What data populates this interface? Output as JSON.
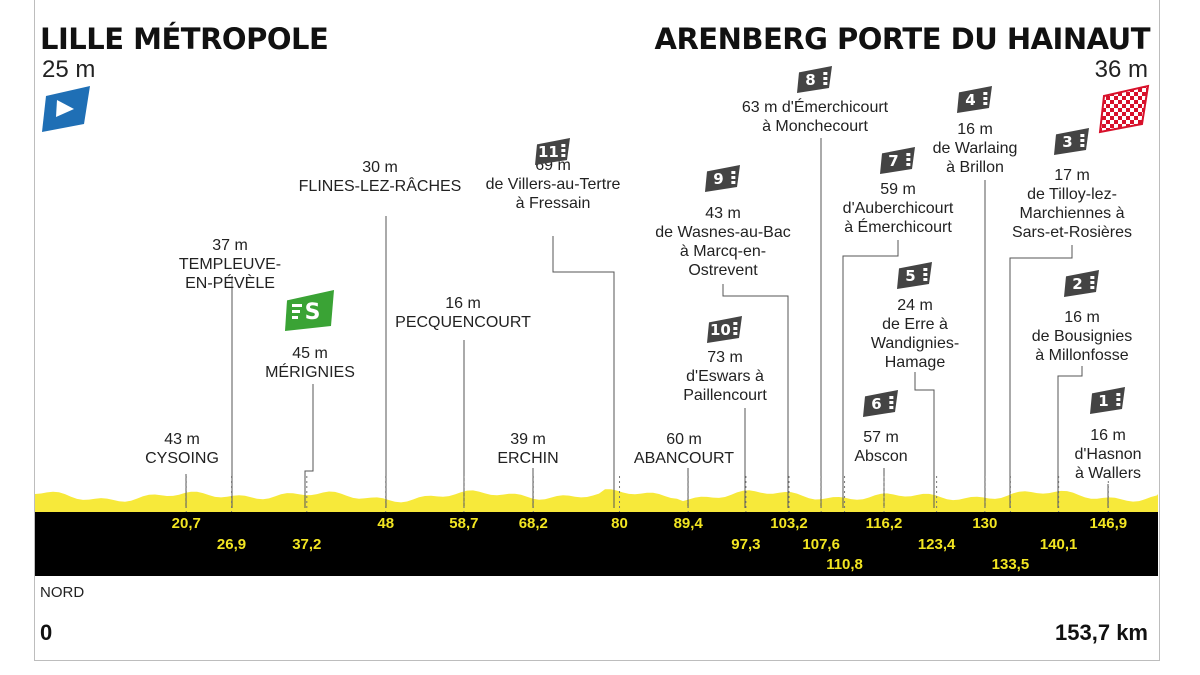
{
  "start": {
    "name": "LILLE MÉTROPOLE",
    "alt": "25 m"
  },
  "finish": {
    "name": "ARENBERG PORTE DU HAINAUT",
    "alt": "36 m"
  },
  "region": "NORD",
  "distance_start": "0",
  "distance_total": "153,7 km",
  "colors": {
    "profile_fill": "#f7e93a",
    "band": "#000000",
    "km_text": "#f2e521",
    "start_flag": "#1f6fb5",
    "sprint": "#3aa335",
    "cobble": "#444444",
    "finish_flag": "#d8102a"
  },
  "chart_data": {
    "type": "area",
    "xlim": [
      0,
      153.7
    ],
    "km_markers": [
      {
        "km": 20.7,
        "label": "20,7"
      },
      {
        "km": 26.9,
        "label": "26,9"
      },
      {
        "km": 37.2,
        "label": "37,2"
      },
      {
        "km": 48,
        "label": "48"
      },
      {
        "km": 58.7,
        "label": "58,7"
      },
      {
        "km": 68.2,
        "label": "68,2"
      },
      {
        "km": 80,
        "label": "80"
      },
      {
        "km": 89.4,
        "label": "89,4"
      },
      {
        "km": 97.3,
        "label": "97,3"
      },
      {
        "km": 103.2,
        "label": "103,2"
      },
      {
        "km": 107.6,
        "label": "107,6"
      },
      {
        "km": 110.8,
        "label": "110,8"
      },
      {
        "km": 116.2,
        "label": "116,2"
      },
      {
        "km": 123.4,
        "label": "123,4"
      },
      {
        "km": 130,
        "label": "130"
      },
      {
        "km": 133.5,
        "label": "133,5"
      },
      {
        "km": 140.1,
        "label": "140,1"
      },
      {
        "km": 146.9,
        "label": "146,9"
      }
    ],
    "points": [
      {
        "km": 20.7,
        "lines": [
          "43 m",
          "CYSOING"
        ]
      },
      {
        "km": 26.9,
        "lines": [
          "37 m",
          "TEMPLEUVE-",
          "EN-PÉVÈLE"
        ]
      },
      {
        "km": 37.2,
        "badge": "S",
        "lines": [
          "45 m",
          "MÉRIGNIES"
        ]
      },
      {
        "km": 48,
        "lines": [
          "30 m",
          "FLINES-LEZ-RÂCHES"
        ]
      },
      {
        "km": 58.7,
        "lines": [
          "16 m",
          "PECQUENCOURT"
        ]
      },
      {
        "km": 68.2,
        "lines": [
          "39 m",
          "ERCHIN"
        ]
      },
      {
        "km": 80,
        "badge": "11",
        "lines": [
          "69 m",
          "de Villers-au-Tertre",
          "à Fressain"
        ]
      },
      {
        "km": 89.4,
        "lines": [
          "60 m",
          "ABANCOURT"
        ]
      },
      {
        "km": 97.3,
        "badge": "10",
        "lines": [
          "73 m",
          "d'Eswars à",
          "Paillencourt"
        ]
      },
      {
        "km": 103.2,
        "badge": "9",
        "lines": [
          "43 m",
          "de Wasnes-au-Bac",
          "à Marcq-en-",
          "Ostrevent"
        ]
      },
      {
        "km": 107.6,
        "badge": "8",
        "lines": [
          "63 m d'Émerchicourt",
          "à Monchecourt"
        ]
      },
      {
        "km": 110.8,
        "badge": "7",
        "lines": [
          "59 m",
          "d'Auberchicourt",
          "à Émerchicourt"
        ]
      },
      {
        "km": 116.2,
        "badge": "6",
        "lines": [
          "57 m",
          "Abscon"
        ]
      },
      {
        "km": 123.4,
        "badge": "5",
        "lines": [
          "24 m",
          "de Erre à",
          "Wandignies-",
          "Hamage"
        ]
      },
      {
        "km": 130,
        "badge": "4",
        "lines": [
          "16 m",
          "de Warlaing",
          "à Brillon"
        ]
      },
      {
        "km": 133.5,
        "badge": "3",
        "lines": [
          "17 m",
          "de Tilloy-lez-",
          "Marchiennes à",
          "Sars-et-Rosières"
        ]
      },
      {
        "km": 140.1,
        "badge": "2",
        "lines": [
          "16 m",
          "de Bousignies",
          "à Millonfosse"
        ]
      },
      {
        "km": 146.9,
        "badge": "1",
        "lines": [
          "16 m",
          "d'Hasnon",
          "à Wallers"
        ]
      }
    ]
  }
}
